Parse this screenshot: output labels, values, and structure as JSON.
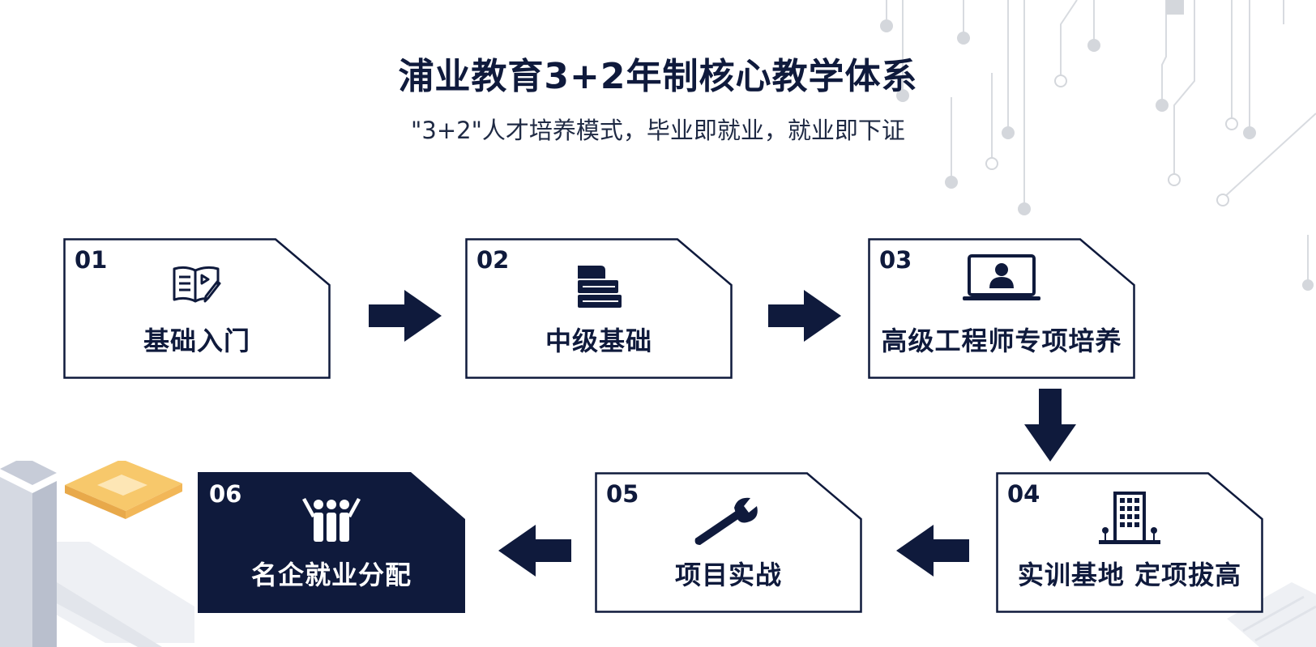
{
  "header": {
    "title": "浦业教育3+2年制核心教学体系",
    "subtitle": "\"3+2\"人才培养模式，毕业即就业，就业即下证"
  },
  "colors": {
    "navy": "#0f1a3c",
    "card_border": "#0f1a3c",
    "dark_fill": "#0f1a3c"
  },
  "steps": [
    {
      "num": "01",
      "label": "基础入门",
      "icon": "open-book-pen-icon"
    },
    {
      "num": "02",
      "label": "中级基础",
      "icon": "book-stack-icon"
    },
    {
      "num": "03",
      "label": "高级工程师专项培养",
      "icon": "monitor-user-icon"
    },
    {
      "num": "04",
      "label": "实训基地 定项拔高",
      "icon": "office-building-icon"
    },
    {
      "num": "05",
      "label": "项目实战",
      "icon": "wrench-icon"
    },
    {
      "num": "06",
      "label": "名企就业分配",
      "icon": "cheering-team-icon"
    }
  ]
}
